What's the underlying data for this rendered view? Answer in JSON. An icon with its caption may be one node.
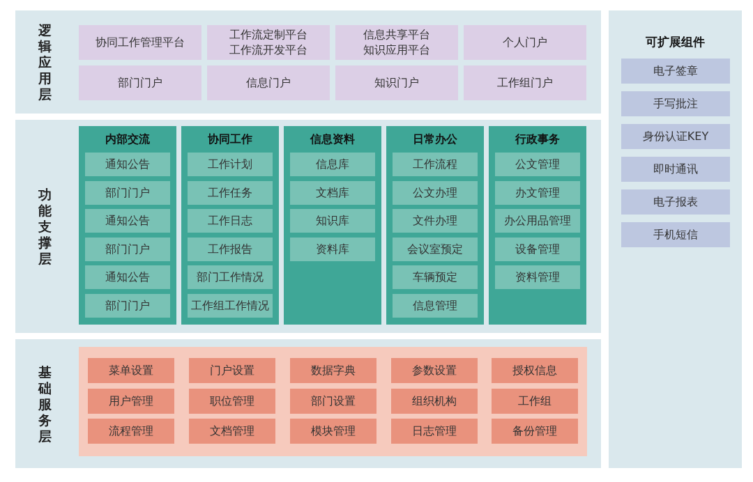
{
  "diagram": {
    "nodes": [
      {
        "text": [
          "逻辑应用层"
        ]
      },
      {
        "text": [
          "协同工作管理平台"
        ],
        "in": 0
      },
      {
        "text": [
          "工作流定制平台",
          "工作流开发平台"
        ],
        "in": 0
      },
      {
        "text": [
          "信息共享平台",
          "知识应用平台"
        ],
        "in": 0
      },
      {
        "text": [
          "个人门户"
        ],
        "in": 0
      },
      {
        "text": [
          "部门门户"
        ],
        "in": 0
      },
      {
        "text": [
          "信息门户"
        ],
        "in": 0
      },
      {
        "text": [
          "知识门户"
        ],
        "in": 0
      },
      {
        "text": [
          "工作组门户"
        ],
        "in": 0
      },
      {
        "text": [
          "功能支撑层"
        ]
      },
      {
        "text": [
          "内部交流"
        ],
        "in": 9
      },
      {
        "text": [
          "通知公告"
        ],
        "in": 10
      },
      {
        "text": [
          "部门门户"
        ],
        "in": 10
      },
      {
        "text": [
          "通知公告"
        ],
        "in": 10
      },
      {
        "text": [
          "部门门户"
        ],
        "in": 10
      },
      {
        "text": [
          "通知公告"
        ],
        "in": 10
      },
      {
        "text": [
          "部门门户"
        ],
        "in": 10
      },
      {
        "text": [
          "协同工作"
        ],
        "in": 9
      },
      {
        "text": [
          "工作计划"
        ],
        "in": 17
      },
      {
        "text": [
          "工作任务"
        ],
        "in": 17
      },
      {
        "text": [
          "工作日志"
        ],
        "in": 17
      },
      {
        "text": [
          "工作报告"
        ],
        "in": 17
      },
      {
        "text": [
          "部门工作情况"
        ],
        "in": 17
      },
      {
        "text": [
          "工作组工作情况"
        ],
        "in": 17
      },
      {
        "text": [
          "信息资料"
        ],
        "in": 9
      },
      {
        "text": [
          "信息库"
        ],
        "in": 24
      },
      {
        "text": [
          "文档库"
        ],
        "in": 24
      },
      {
        "text": [
          "知识库"
        ],
        "in": 24
      },
      {
        "text": [
          "资料库"
        ],
        "in": 24
      },
      {
        "text": [
          "日常办公"
        ],
        "in": 9
      },
      {
        "text": [
          "工作流程"
        ],
        "in": 29
      },
      {
        "text": [
          "公文办理"
        ],
        "in": 29
      },
      {
        "text": [
          "文件办理"
        ],
        "in": 29
      },
      {
        "text": [
          "会议室预定"
        ],
        "in": 29
      },
      {
        "text": [
          "车辆预定"
        ],
        "in": 29
      },
      {
        "text": [
          "信息管理"
        ],
        "in": 29
      },
      {
        "text": [
          "行政事务"
        ],
        "in": 9
      },
      {
        "text": [
          "公文管理"
        ],
        "in": 36
      },
      {
        "text": [
          "办文管理"
        ],
        "in": 36
      },
      {
        "text": [
          "办公用品管理"
        ],
        "in": 36
      },
      {
        "text": [
          "设备管理"
        ],
        "in": 36
      },
      {
        "text": [
          "资料管理"
        ],
        "in": 36
      },
      {
        "text": [
          "基础服务层"
        ]
      },
      {
        "text": [
          "菜单设置"
        ],
        "in": 42
      },
      {
        "text": [
          "门户设置"
        ],
        "in": 42
      },
      {
        "text": [
          "数据字典"
        ],
        "in": 42
      },
      {
        "text": [
          "参数设置"
        ],
        "in": 42
      },
      {
        "text": [
          "授权信息"
        ],
        "in": 42
      },
      {
        "text": [
          "用户管理"
        ],
        "in": 42
      },
      {
        "text": [
          "职位管理"
        ],
        "in": 42
      },
      {
        "text": [
          "部门设置"
        ],
        "in": 42
      },
      {
        "text": [
          "组织机构"
        ],
        "in": 42
      },
      {
        "text": [
          "工作组"
        ],
        "in": 42
      },
      {
        "text": [
          "流程管理"
        ],
        "in": 42
      },
      {
        "text": [
          "文档管理"
        ],
        "in": 42
      },
      {
        "text": [
          "模块管理"
        ],
        "in": 42
      },
      {
        "text": [
          "日志管理"
        ],
        "in": 42
      },
      {
        "text": [
          "备份管理"
        ],
        "in": 42
      },
      {
        "text": [
          "可扩展组件"
        ]
      },
      {
        "text": [
          "电子签章"
        ],
        "in": 58
      },
      {
        "text": [
          "手写批注"
        ],
        "in": 58
      },
      {
        "text": [
          "身份认证KEY"
        ],
        "in": 58
      },
      {
        "text": [
          "即时通讯"
        ],
        "in": 58
      },
      {
        "text": [
          "电子报表"
        ],
        "in": 58
      },
      {
        "text": [
          "手机短信"
        ],
        "in": 58
      }
    ]
  }
}
